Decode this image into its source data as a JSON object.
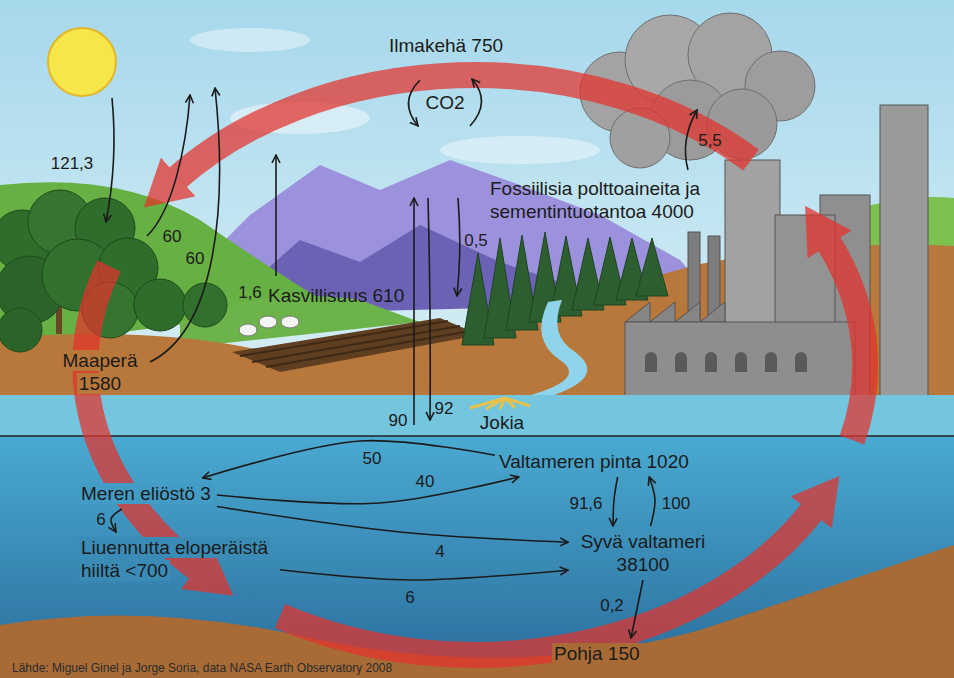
{
  "diagram": {
    "nodes": [
      {
        "text": [
          "Ilmakehä 750"
        ]
      },
      {
        "text": [
          "Fossiilisia polttoaineita ja sementintuotantoa 4000"
        ]
      },
      {
        "text": [
          "Kasvillisuus 610"
        ]
      },
      {
        "text": [
          "Maaperä 1580"
        ]
      },
      {
        "text": [
          "Valtameren pinta 1020"
        ]
      },
      {
        "text": [
          "Meren eliöstö 3"
        ]
      },
      {
        "text": [
          "Liuennutta eloperäistä hiiltä <700"
        ]
      },
      {
        "text": [
          "Syvä valtameri 38100"
        ]
      },
      {
        "text": [
          "Pohja 150"
        ]
      }
    ],
    "edges": [
      {
        "from": 4,
        "to": 5,
        "label": "50",
        "arrow": "to"
      },
      {
        "from": 5,
        "to": 4,
        "label": "40",
        "arrow": "to"
      },
      {
        "from": 5,
        "to": 6,
        "label": "6",
        "arrow": "to"
      },
      {
        "from": 5,
        "to": 7,
        "label": "4",
        "arrow": "to"
      },
      {
        "from": 4,
        "to": 7,
        "label": "91,6",
        "arrow": "to"
      },
      {
        "from": 7,
        "to": 4,
        "label": "100",
        "arrow": "to"
      },
      {
        "from": 6,
        "to": 7,
        "label": "6",
        "arrow": "to"
      },
      {
        "from": 7,
        "to": 8,
        "label": "0,2",
        "arrow": "to"
      }
    ],
    "labels": [
      "CO2",
      "5,5",
      "121,3",
      "60",
      "0,5",
      "60",
      "1,6",
      "92",
      "90",
      "Jokia",
      "Lähde: Miguel Ginel ja Jorge Soria, data NASA Earth Observatory 2008"
    ]
  }
}
